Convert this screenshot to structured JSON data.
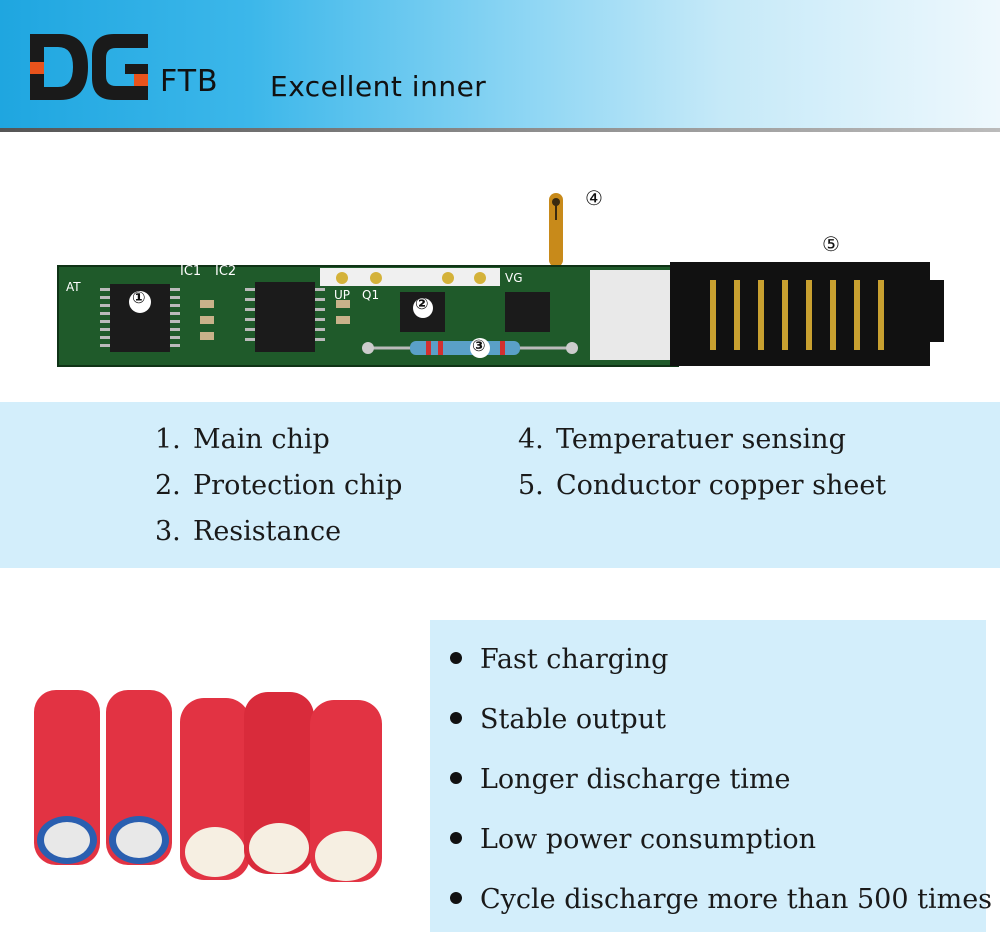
{
  "header": {
    "brand_mark": "DG",
    "brand_suffix": "FTB",
    "tagline": "Excellent inner"
  },
  "diagram": {
    "callouts": [
      "①",
      "②",
      "③",
      "④",
      "⑤"
    ],
    "board_labels": [
      "IC1",
      "IC2",
      "Q1",
      "UP",
      "VG",
      "AT"
    ]
  },
  "legend": {
    "items": [
      {
        "num": "1.",
        "label": "Main chip"
      },
      {
        "num": "2.",
        "label": "Protection chip"
      },
      {
        "num": "3.",
        "label": "Resistance"
      },
      {
        "num": "4.",
        "label": "Temperatuer sensing"
      },
      {
        "num": "5.",
        "label": "Conductor copper sheet"
      }
    ]
  },
  "features": {
    "items": [
      "Fast charging",
      "Stable output",
      "Longer discharge time",
      "Low power consumption",
      "Cycle discharge more than 500 times"
    ]
  },
  "colors": {
    "banner_start": "#1fa6e0",
    "panel_bg": "#d3eefb",
    "battery_red": "#e23343",
    "pcb_green": "#1f5a2a",
    "logo_orange": "#e8531c"
  }
}
